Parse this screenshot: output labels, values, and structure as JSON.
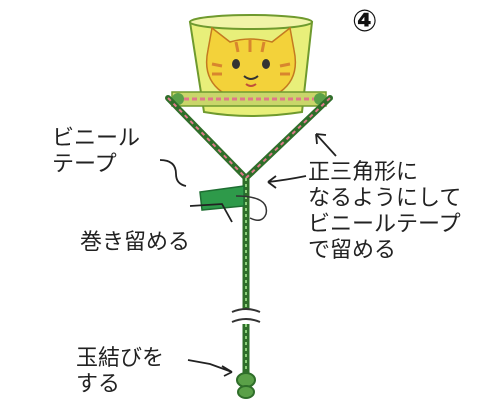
{
  "step_marker": "④",
  "labels": {
    "vinyl_tape": [
      "ビニール",
      "テープ"
    ],
    "wrap_fasten": "巻き留める",
    "equilateral": [
      "正三角形に",
      "なるようにして",
      "ビニールテープ",
      "で留める"
    ],
    "knot": [
      "玉結びを",
      "する"
    ]
  },
  "colors": {
    "cup_fill": "#e8ef7a",
    "cup_outline": "#6f9a2e",
    "cat_face": "#f3d23a",
    "cat_stripes": "#d8862e",
    "rope": "#5aa048",
    "rope_dark": "#2f6e2a",
    "tape": "#2e9a4a",
    "pink_cord": "#e0788a",
    "text": "#222222"
  }
}
